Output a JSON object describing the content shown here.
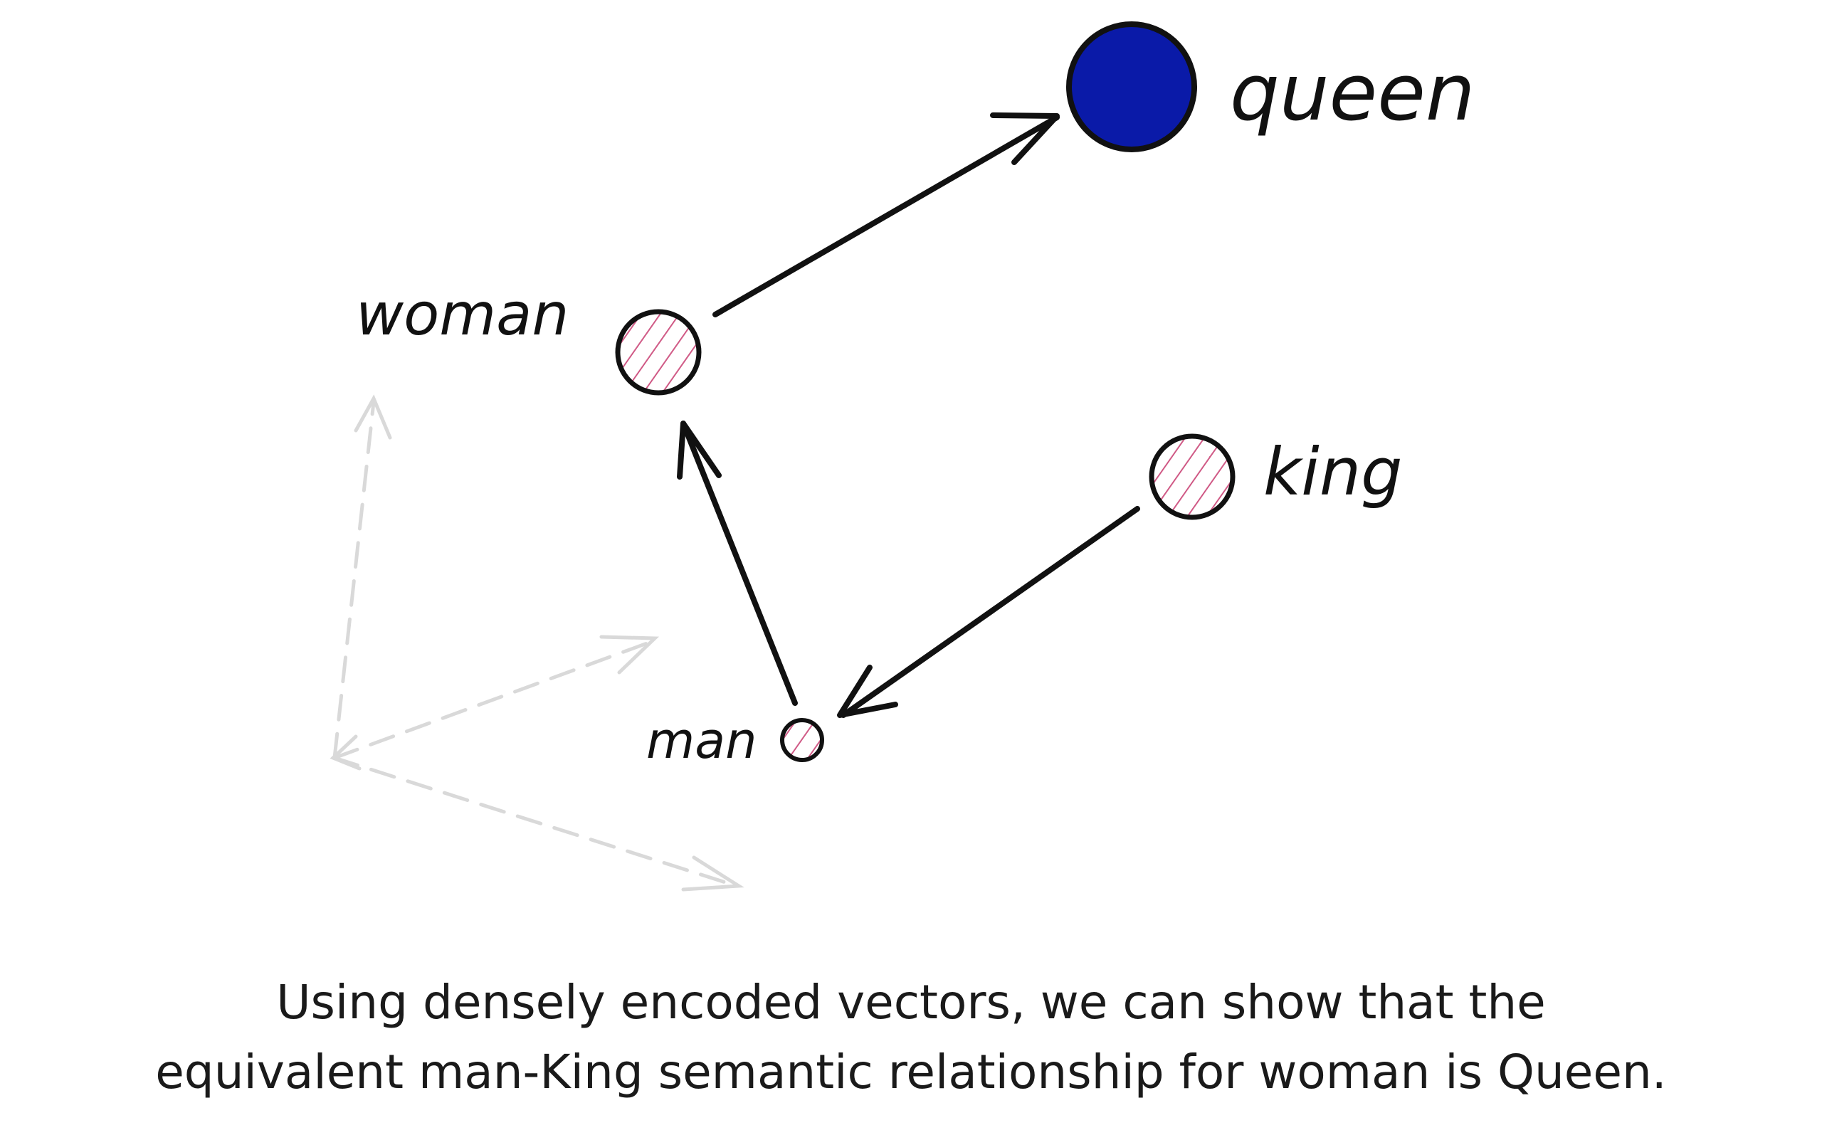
{
  "diagram": {
    "labels": {
      "queen": "queen",
      "woman": "woman",
      "king": "king",
      "man": "man"
    },
    "colors": {
      "queen_fill": "#0a1aa8",
      "hatch": "#d05a86",
      "stroke": "#111111",
      "faint_axes": "#d9d9d9"
    }
  },
  "caption": {
    "line1": "Using densely encoded vectors, we can show that the",
    "line2": "equivalent man-King semantic relationship for woman is Queen."
  }
}
